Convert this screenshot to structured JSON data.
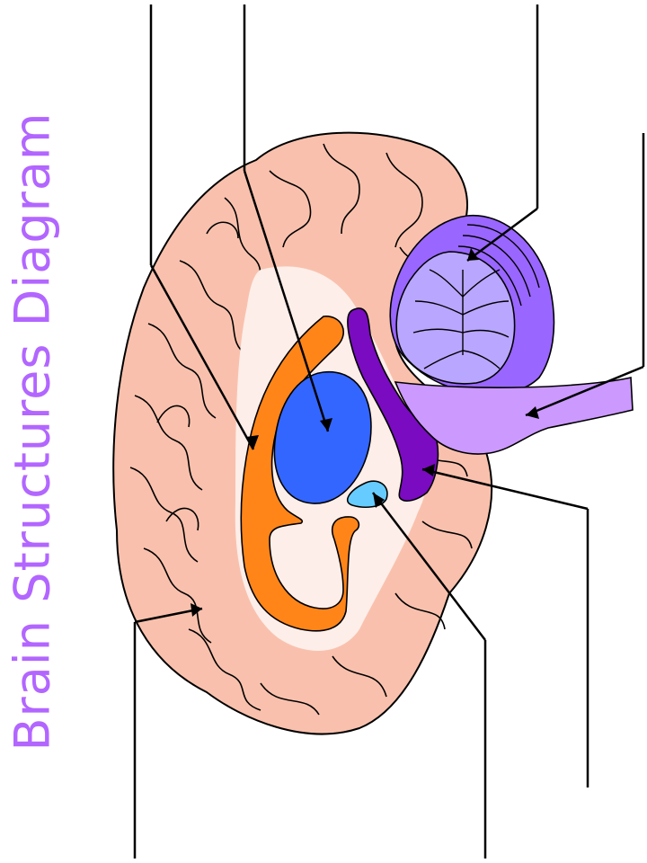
{
  "title": "Brain Structures Diagram",
  "colors": {
    "title": "#b266ff",
    "cortex": "#f9c1ad",
    "white_matter": "#fdeee9",
    "caudate": "#ff8519",
    "thalamus": "#3366ff",
    "hypothalamus": "#66ccff",
    "brainstem": "#7a0bc0",
    "cerebellum": "#9966ff",
    "cerebellum_core": "#b9a6ff",
    "spinal_cord": "#cc99ff",
    "outline": "#000000"
  },
  "labels": [
    {
      "name": "label-line-1",
      "text": ""
    },
    {
      "name": "label-line-2",
      "text": ""
    },
    {
      "name": "label-line-3",
      "text": ""
    },
    {
      "name": "label-line-4",
      "text": ""
    },
    {
      "name": "label-line-5",
      "text": ""
    },
    {
      "name": "label-line-6",
      "text": ""
    },
    {
      "name": "label-line-7",
      "text": ""
    }
  ]
}
